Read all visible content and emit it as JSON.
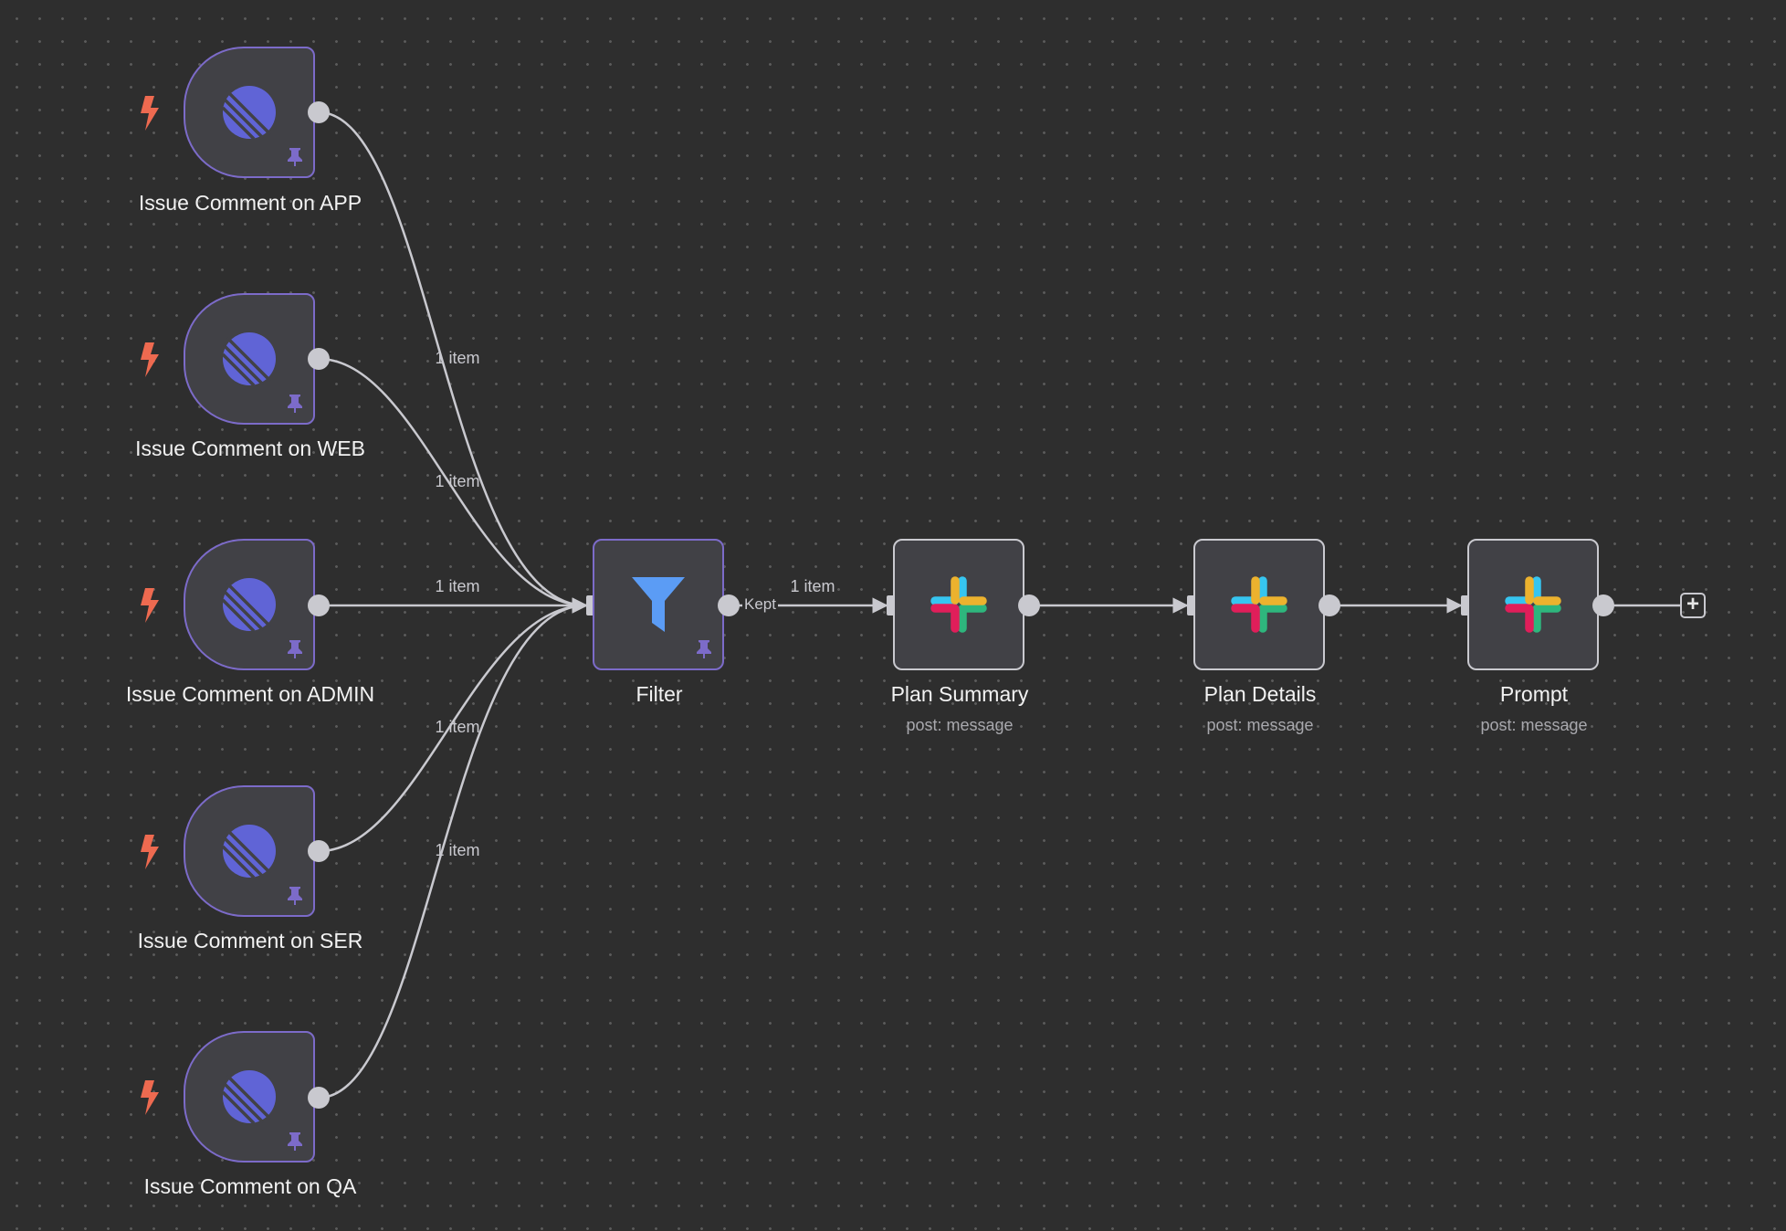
{
  "canvas": {
    "background": "#2e2e2e",
    "accent_trigger": "#7c6bc9",
    "linear_blue": "#6064d6",
    "filter_blue": "#5b9cf5",
    "connector": "#c9c9cf",
    "bolt_color": "#ee6a50"
  },
  "triggers": [
    {
      "label": "Issue Comment on APP",
      "icon": "linear-icon",
      "pinned": true
    },
    {
      "label": "Issue Comment on WEB",
      "icon": "linear-icon",
      "pinned": true
    },
    {
      "label": "Issue Comment on ADMIN",
      "icon": "linear-icon",
      "pinned": true
    },
    {
      "label": "Issue Comment on SER",
      "icon": "linear-icon",
      "pinned": true
    },
    {
      "label": "Issue Comment on QA",
      "icon": "linear-icon",
      "pinned": true
    }
  ],
  "filter": {
    "label": "Filter",
    "icon": "funnel-icon",
    "output_label": "Kept",
    "pinned": true
  },
  "slack_nodes": [
    {
      "label": "Plan Summary",
      "subtitle": "post: message",
      "icon": "slack-icon"
    },
    {
      "label": "Plan Details",
      "subtitle": "post: message",
      "icon": "slack-icon"
    },
    {
      "label": "Prompt",
      "subtitle": "post: message",
      "icon": "slack-icon"
    }
  ],
  "edge_labels": {
    "app": "1 item",
    "web": "1 item",
    "admin": "1 item",
    "ser": "1 item",
    "qa": "1 item",
    "filter_out": "1 item"
  },
  "add_node": {
    "icon": "plus-icon",
    "symbol": "+"
  }
}
